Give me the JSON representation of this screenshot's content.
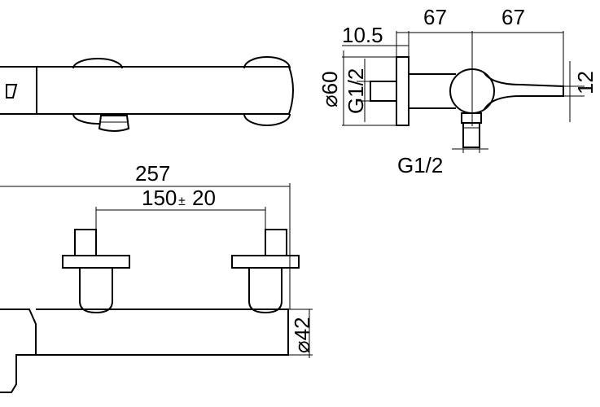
{
  "top_right_view": {
    "dim_10_5": "10.5",
    "dim_67_left": "67",
    "dim_67_right": "67",
    "dim_12": "12",
    "dim_dia60": "⌀60",
    "thread_vertical": "G1/2",
    "thread_bottom": "G1/2"
  },
  "front_view": {
    "dim_257": "257",
    "dim_150": "150",
    "dim_tolerance_sign": "±",
    "dim_20": "20",
    "dim_dia42": "⌀42"
  },
  "colors": {
    "line": "#000000",
    "background": "#ffffff"
  }
}
